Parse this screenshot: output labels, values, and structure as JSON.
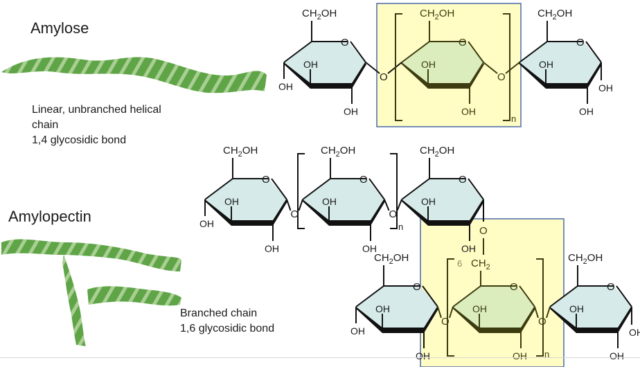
{
  "amylose": {
    "title": "Amylose",
    "description_lines": [
      "Linear, unbranched helical",
      "chain",
      "1,4 glycosidic bond"
    ]
  },
  "amylopectin": {
    "title": "Amylopectin",
    "description_lines": [
      "Branched chain",
      "1,6 glycosidic bond"
    ]
  },
  "chemistry": {
    "ch2oh": "CH",
    "sub2": "2",
    "oh_suffix": "OH",
    "oh": "OH",
    "ring_o": "O",
    "bridge_o": "O",
    "repeat_n": "n",
    "carbon6": "6",
    "ch2": "CH"
  },
  "colors": {
    "ring_fill": "#d6eaea",
    "highlight_fill": "#fffcc4",
    "highlight_border": "#4a6aa8",
    "helix_dark": "#5fa548",
    "helix_light": "#a9cf92"
  }
}
